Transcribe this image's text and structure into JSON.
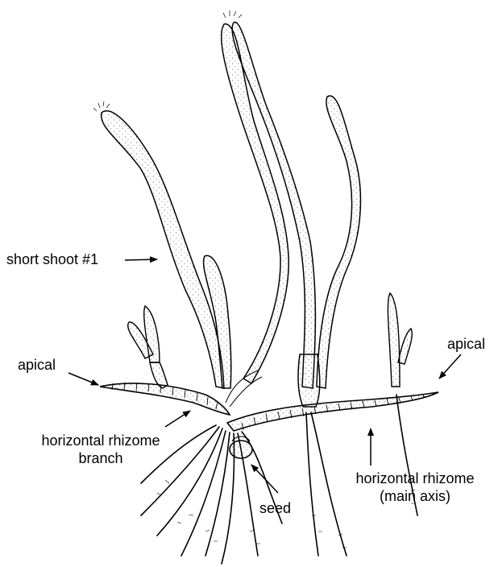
{
  "labels": {
    "short_shoot": "short shoot #1",
    "apical_left": "apical",
    "apical_right": "apical",
    "rhizome_branch_line1": "horizontal rhizome",
    "rhizome_branch_line2": "branch",
    "seed": "seed",
    "rhizome_main_line1": "horizontal rhizome",
    "rhizome_main_line2": "(main axis)"
  },
  "colors": {
    "ink": "#000000",
    "paper": "#ffffff"
  }
}
